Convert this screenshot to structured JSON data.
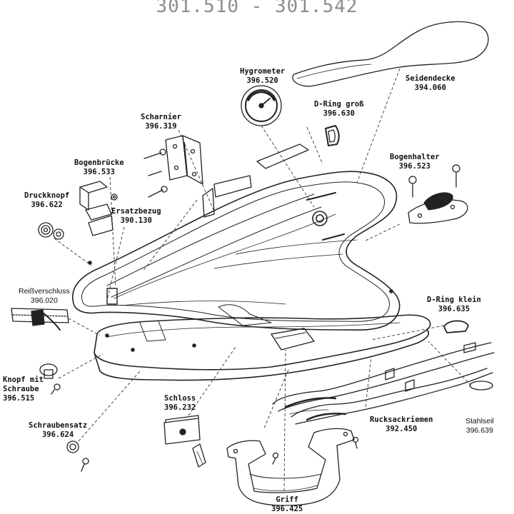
{
  "title": "301.510 - 301.542",
  "parts": {
    "hygrometer": {
      "name": "Hygrometer",
      "code": "396.520"
    },
    "seidendecke": {
      "name": "Seidendecke",
      "code": "394.060"
    },
    "scharnier": {
      "name": "Scharnier",
      "code": "396.319"
    },
    "dring_gross": {
      "name": "D-Ring groß",
      "code": "396.630"
    },
    "bogenbruecke": {
      "name": "Bogenbrücke",
      "code": "396.533"
    },
    "bogenhalter": {
      "name": "Bogenhalter",
      "code": "396.523"
    },
    "druckknopf": {
      "name": "Druckknopf",
      "code": "396.622"
    },
    "ersatzbezug": {
      "name": "Ersatzbezug",
      "code": "390.130"
    },
    "reissverschluss": {
      "name": "Reißverschluss",
      "code": "396.020"
    },
    "dring_klein": {
      "name": "D-Ring klein",
      "code": "396.635"
    },
    "knopf": {
      "name": "Knopf mit Schraube",
      "name_line1": "Knopf mit",
      "name_line2": "Schraube",
      "code": "396.515"
    },
    "schloss": {
      "name": "Schloss",
      "code": "396.232"
    },
    "schraubensatz": {
      "name": "Schraubensatz",
      "code": "396.624"
    },
    "rucksackriemen": {
      "name": "Rucksackriemen",
      "code": "392.450"
    },
    "stahlseil": {
      "name": "Stahlseil",
      "code": "396.639"
    },
    "griff": {
      "name": "Griff",
      "code": "396.425"
    }
  }
}
